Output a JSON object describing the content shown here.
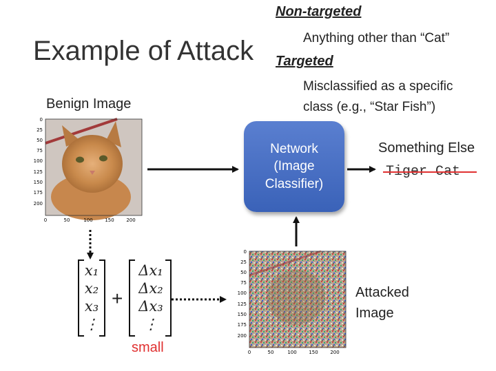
{
  "title": "Example of Attack",
  "nontargeted": {
    "heading": "Non-targeted",
    "desc": "Anything other than “Cat”"
  },
  "targeted": {
    "heading": "Targeted",
    "desc_line1": "Misclassified as a specific",
    "desc_line2": "class (e.g., “Star Fish”)"
  },
  "benign_label": "Benign Image",
  "network": {
    "line1": "Network",
    "line2": "(Image",
    "line3": "Classifier)"
  },
  "output": {
    "label": "Something Else",
    "struck": "Tiger Cat"
  },
  "attacked_label": {
    "line1": "Attacked",
    "line2": "Image"
  },
  "vector_x": [
    "x₁",
    "x₂",
    "x₃",
    "⋮"
  ],
  "vector_dx": [
    "Δx₁",
    "Δx₂",
    "Δx₃",
    "⋮"
  ],
  "plus": "+",
  "small_label": "small",
  "benign_axes": {
    "x_ticks": [
      "0",
      "50",
      "100",
      "150",
      "200"
    ],
    "y_ticks": [
      "0",
      "25",
      "50",
      "75",
      "100",
      "125",
      "150",
      "175",
      "200"
    ]
  },
  "attacked_axes": {
    "x_ticks": [
      "0",
      "50",
      "100",
      "150",
      "200"
    ],
    "y_ticks": [
      "0",
      "25",
      "50",
      "75",
      "100",
      "125",
      "150",
      "175",
      "200"
    ]
  },
  "colors": {
    "network": "#4a6fc4",
    "strike": "#e03030",
    "small": "#e03030"
  }
}
